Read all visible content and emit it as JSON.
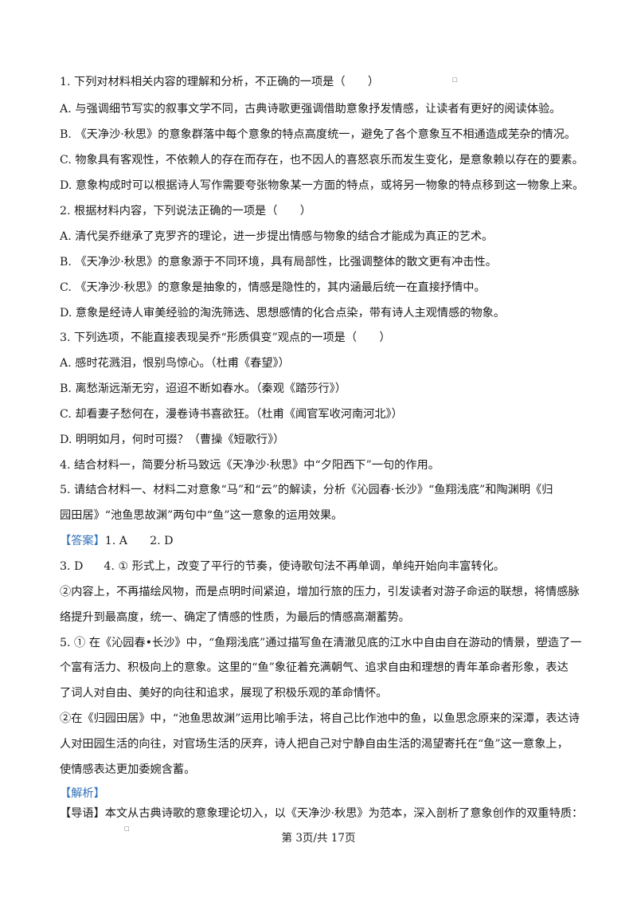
{
  "corner_marks": [
    "□",
    "□"
  ],
  "q1": {
    "stem": "1. 下列对材料相关内容的理解和分析，不正确的一项是（　　）",
    "a": "A. 与强调细节写实的叙事文学不同，古典诗歌更强调借助意象抒发情感，让读者有更好的阅读体验。",
    "b": "B. 《天净沙·秋思》的意象群落中每个意象的特点高度统一，避免了各个意象互不相通造成芜杂的情况。",
    "c": "C. 物象具有客观性，不依赖人的存在而存在，也不因人的喜怒哀乐而发生变化，是意象赖以存在的要素。",
    "d": "D. 意象构成时可以根据诗人写作需要夸张物象某一方面的特点，或将另一物象的特点移到这一物象上来。"
  },
  "q2": {
    "stem": "2. 根据材料内容，下列说法正确的一项是（　　）",
    "a": "A. 清代吴乔继承了克罗齐的理论，进一步提出情感与物象的结合才能成为真正的艺术。",
    "b": "B. 《天净沙·秋思》的意象源于不同环境，具有局部性，比强调整体的散文更有冲击性。",
    "c": "C. 《天净沙·秋思》的意象是抽象的，情感是隐性的，其内涵最后统一在直接抒情中。",
    "d": "D. 意象是经诗人审美经验的淘洗筛选、思想感情的化合点染，带有诗人主观情感的物象。"
  },
  "q3": {
    "stem": "3. 下列选项，不能直接表现吴乔“形质俱变”观点的一项是（　　）",
    "a": "A. 感时花溅泪，恨别鸟惊心。（杜甫《春望》）",
    "b": "B. 离愁渐远渐无穷，迢迢不断如春水。（秦观《踏莎行》）",
    "c": "C. 却看妻子愁何在，漫卷诗书喜欲狂。（杜甫《闻官军收河南河北》）",
    "d": "D. 明明如月，何时可掇？（曹操《短歌行》）"
  },
  "q4": {
    "stem": "4. 结合材料一，简要分析马致远《天净沙·秋思》中“夕阳西下”一句的作用。"
  },
  "q5": {
    "stem1": "5. 请结合材料一、材料二对意象“马”和“云”的解读，分析《沁园春·长沙》“鱼翔浅底”和陶渊明《归",
    "stem2": "园田居》“池鱼思故渊”两句中“鱼”这一意象的运用效果。"
  },
  "answer": {
    "tag": "【答案】",
    "a1": "1. A",
    "a2": "2. D",
    "a3": "3. D",
    "a4_1": "4. ① 形式上，改变了平行的节奏，使诗歌句法不再单调，单纯开始向丰富转化。",
    "a4_2": "②内容上，不再描绘风物，而是点明时间紧迫，增加行旅的压力，引发读者对游子命运的联想，将情感脉",
    "a4_3": "络提升到最高度，统一、确定了情感的性质，为最后的情感高潮蓄势。",
    "a5_1": "5. ① 在《沁园春•长沙》中，“鱼翔浅底”通过描写鱼在清澈见底的江水中自由自在游动的情景，塑造了一",
    "a5_2": "个富有活力、积极向上的意象。这里的“鱼”象征着充满朝气、追求自由和理想的青年革命者形象，表达",
    "a5_3": "了词人对自由、美好的向往和追求，展现了积极乐观的革命情怀。",
    "a5_4": "②在《归园田居》中，“池鱼思故渊”运用比喻手法，将自己比作池中的鱼，以鱼思念原来的深潭，表达诗",
    "a5_5": "人对田园生活的向往，对官场生活的厌弃，诗人把自己对宁静自由生活的渴望寄托在“鱼”这一意象上，",
    "a5_6": "使情感表达更加委婉含蓄。"
  },
  "analysis": {
    "tag": "【解析】",
    "guide_tag": "【导语】",
    "guide_text": "本文从古典诗歌的意象理论切入，以《天净沙·秋思》为范本，深入剖析了意象创作的双重特质："
  },
  "footer": {
    "page": "第 3页/共 17页"
  }
}
